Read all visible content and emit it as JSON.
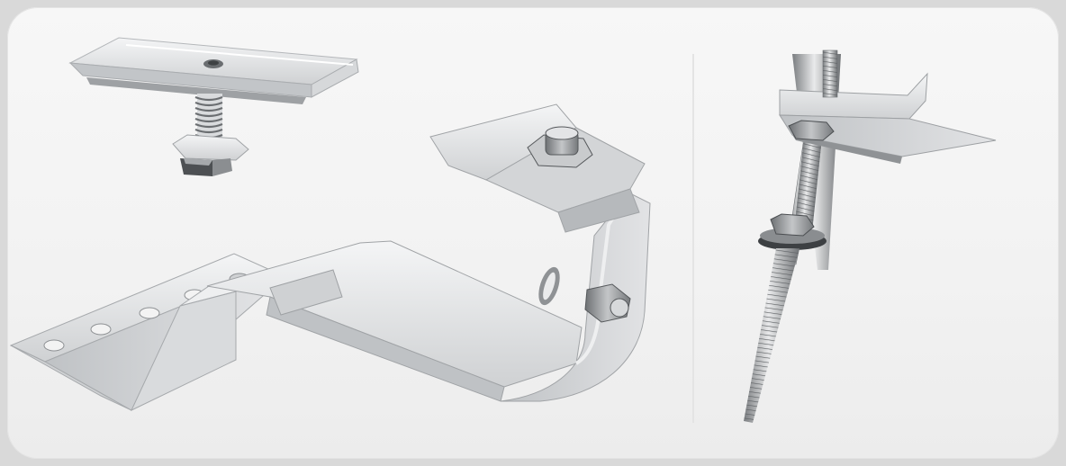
{
  "scene": {
    "background_color": "#d9d9d9",
    "panel_color": "#f2f2f2",
    "metal_colors": {
      "light": "#e6e7e8",
      "mid": "#c9cbcd",
      "dark": "#8f9295",
      "shadow": "#5f6265"
    },
    "items": [
      {
        "name": "mid-clamp",
        "icon": "mid-clamp-icon"
      },
      {
        "name": "tile-roof-hook",
        "icon": "roof-hook-icon"
      },
      {
        "name": "hanger-bolt",
        "icon": "hanger-bolt-icon"
      }
    ]
  }
}
